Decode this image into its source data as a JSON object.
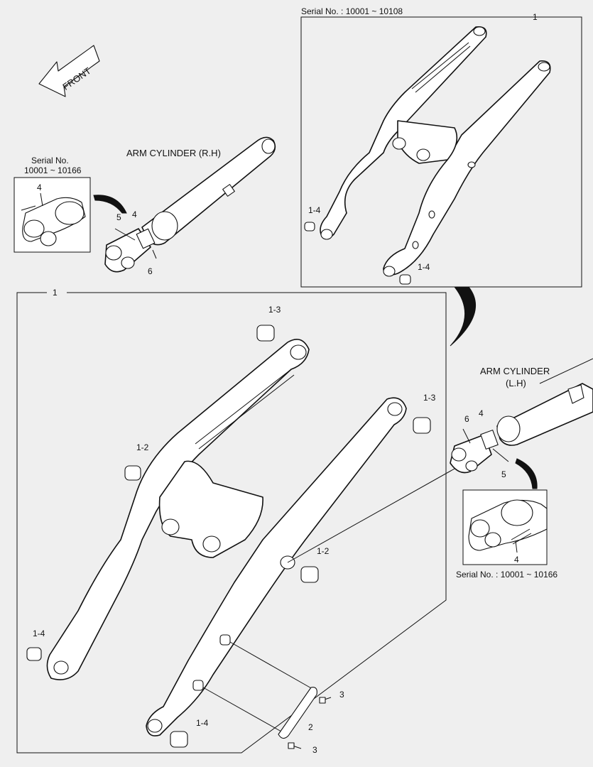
{
  "labels": {
    "front": "FRONT",
    "serial_top": "Serial No. : 10001 ~ 10108",
    "serial_left_line1": "Serial No.",
    "serial_left_line2": "10001 ~ 10166",
    "serial_right": "Serial No. : 10001 ~ 10166",
    "arm_cyl_rh": "ARM CYLINDER (R.H)",
    "arm_cyl_lh_line1": "ARM CYLINDER",
    "arm_cyl_lh_line2": "(L.H)"
  },
  "callouts": {
    "top_frame_1": "1",
    "top_1_4_a": "1-4",
    "top_1_4_b": "1-4",
    "main_frame_1": "1",
    "main_1_3_a": "1-3",
    "main_1_3_b": "1-3",
    "main_1_2_a": "1-2",
    "main_1_2_b": "1-2",
    "main_1_4_a": "1-4",
    "main_1_4_b": "1-4",
    "main_2": "2",
    "main_3_a": "3",
    "main_3_b": "3",
    "rh_4": "4",
    "rh_5": "5",
    "rh_6": "6",
    "rh_inset_4": "4",
    "lh_6": "6",
    "lh_4": "4",
    "lh_5": "5",
    "lh_inset_4": "4"
  }
}
